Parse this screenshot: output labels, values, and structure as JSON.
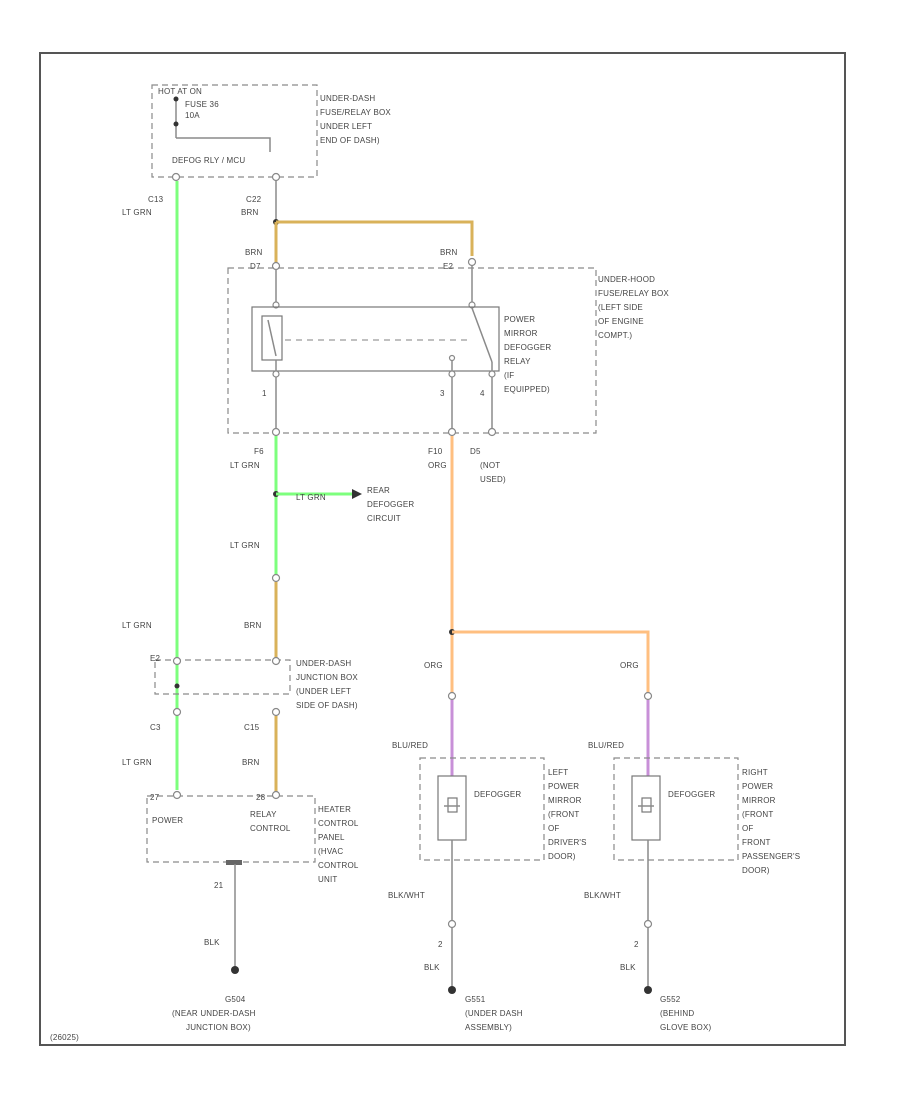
{
  "colors": {
    "frame": "#555555",
    "wire_ltgrn": "#7dff7d",
    "wire_brn": "#d9b25a",
    "wire_org": "#ffbf80",
    "wire_blured": "#c890d8",
    "text": "#444444"
  },
  "fuse_box_top": {
    "hot_at": "HOT AT ON",
    "fuse": "FUSE 36",
    "amps": "10A",
    "block": "DEFOG RLY / MCU",
    "location_1": "UNDER-DASH",
    "location_2": "FUSE/RELAY BOX",
    "location_3": "UNDER LEFT",
    "location_4": "END OF DASH)"
  },
  "wires": {
    "c13_pin": "C13",
    "ltgrn": "LT GRN",
    "c22_pin": "C22",
    "brn": "BRN",
    "d7_pin": "D7",
    "e2_pin": "E2",
    "f6_pin": "F6",
    "f10_pin": "F10",
    "d5_pin": "D5",
    "org": "ORG",
    "not_used_1": "(NOT",
    "not_used_2": "USED)",
    "e2_lower": "E2",
    "c3_pin": "C3",
    "c15_pin": "C15",
    "blured": "BLU/RED",
    "blkwht": "BLK/WHT",
    "blk": "BLK",
    "pin_1": "1",
    "pin_2": "2",
    "pin_3": "3",
    "pin_4": "4",
    "pin_21": "21",
    "pin_27": "27",
    "pin_28": "28"
  },
  "relay": {
    "location_1": "UNDER-HOOD",
    "location_2": "FUSE/RELAY BOX",
    "location_3": "(LEFT SIDE",
    "location_4": "OF ENGINE",
    "location_5": "COMPT.)",
    "name_1": "POWER",
    "name_2": "MIRROR",
    "name_3": "DEFOGGER",
    "name_4": "RELAY",
    "name_5": "(IF",
    "name_6": "EQUIPPED)"
  },
  "rear_defogger": {
    "label_1": "REAR",
    "label_2": "DEFOGGER",
    "label_3": "CIRCUIT"
  },
  "junction_box": {
    "location_1": "UNDER-DASH",
    "location_2": "JUNCTION BOX",
    "location_3": "(UNDER LEFT",
    "location_4": "SIDE OF DASH)"
  },
  "heater_control": {
    "power": "POWER",
    "relay_1": "RELAY",
    "relay_2": "CONTROL",
    "name_1": "HEATER",
    "name_2": "CONTROL",
    "name_3": "PANEL",
    "name_4": "(HVAC",
    "name_5": "CONTROL",
    "name_6": "UNIT"
  },
  "left_mirror": {
    "element": "DEFOGGER",
    "name_1": "LEFT",
    "name_2": "POWER",
    "name_3": "MIRROR",
    "name_4": "(FRONT",
    "name_5": "OF",
    "name_6": "DRIVER'S",
    "name_7": "DOOR)"
  },
  "right_mirror": {
    "element": "DEFOGGER",
    "name_1": "RIGHT",
    "name_2": "POWER",
    "name_3": "MIRROR",
    "name_4": "(FRONT",
    "name_5": "OF",
    "name_6": "FRONT",
    "name_7": "PASSENGER'S",
    "name_8": "DOOR)"
  },
  "grounds": {
    "g504_id": "G504",
    "g504_loc_1": "(NEAR UNDER-DASH",
    "g504_loc_2": "JUNCTION BOX)",
    "g551_id": "G551",
    "g551_loc_1": "(UNDER DASH",
    "g551_loc_2": "ASSEMBLY)",
    "g552_id": "G552",
    "g552_loc_1": "(BEHIND",
    "g552_loc_2": "GLOVE BOX)"
  },
  "footer": {
    "code": "(26025)"
  }
}
